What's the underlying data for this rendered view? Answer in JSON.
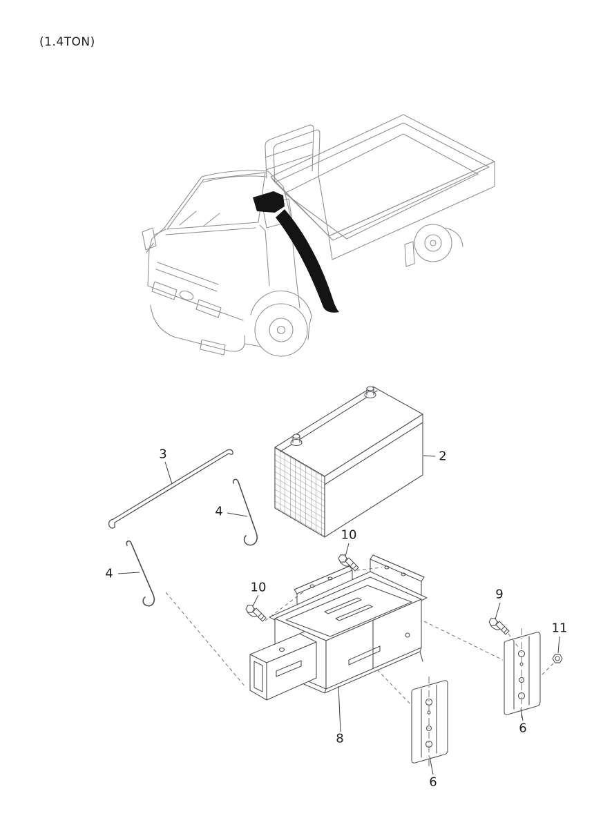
{
  "page": {
    "variant_label": "(1.4TON)"
  },
  "callouts": [
    {
      "label": "2"
    },
    {
      "label": "3"
    },
    {
      "label": "4"
    },
    {
      "label": "4"
    },
    {
      "label": "10"
    },
    {
      "label": "10"
    },
    {
      "label": "9"
    },
    {
      "label": "11"
    },
    {
      "label": "8"
    },
    {
      "label": "6"
    },
    {
      "label": "6"
    }
  ]
}
